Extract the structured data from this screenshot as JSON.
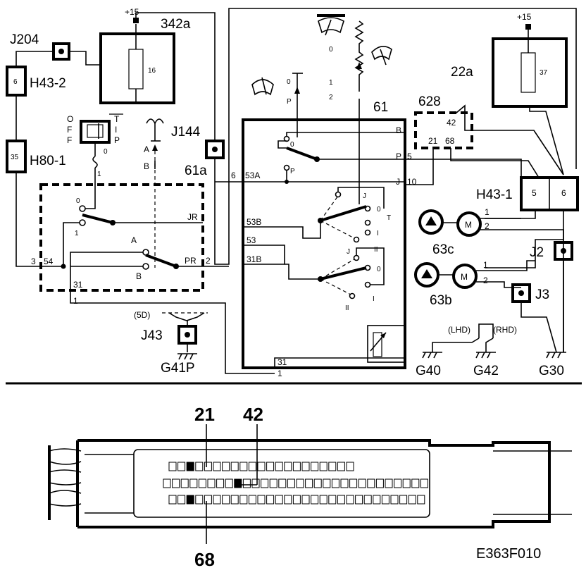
{
  "figure_code": "E363F010",
  "supply_label": "+15",
  "components": {
    "j204": "J204",
    "h43_2": "H43-2",
    "h43_2_pin": "6",
    "h80_1": "H80-1",
    "h80_1_pin": "35",
    "c342a": "342a",
    "c342a_fuse": "16",
    "c22a": "22a",
    "c22a_fuse": "37",
    "j144": "J144",
    "c61a": "61a",
    "c61": "61",
    "c628": "628",
    "h43_1": "H43-1",
    "h43_1_pin_a": "5",
    "h43_1_pin_b": "6",
    "c63c": "63c",
    "c63b": "63b",
    "j2": "J2",
    "j3": "J3",
    "j43": "J43",
    "g41p": "G41P",
    "g40": "G40",
    "g42": "G42",
    "g30": "G30",
    "motor_symbol": "M"
  },
  "switch_61a": {
    "pos_o": "O",
    "pos_f1": "F",
    "pos_f2": "F",
    "pos_t": "T",
    "pos_i": "I",
    "pos_p": "P",
    "pos_0": "0",
    "pos_1": "1",
    "contact_0": "0",
    "contact_1": "1",
    "contact_a": "A",
    "contact_b": "B",
    "relay_a": "A",
    "relay_b": "B"
  },
  "terminals": {
    "t54": "54",
    "t3": "3",
    "t31": "31",
    "t1": "1",
    "tJR": "JR",
    "tPR": "PR",
    "t2": "2",
    "t53A": "53A",
    "t6": "6",
    "t53B": "53B",
    "t53": "53",
    "t31B": "31B",
    "tB": "B",
    "tP": "P",
    "t5": "5",
    "tJ": "J",
    "t10": "10",
    "t31b": "31",
    "t1b": "1",
    "sw_0": "0",
    "sw_p": "P",
    "r_J": "J",
    "r_0": "0",
    "r_T": "T",
    "r_I": "I",
    "r_II": "II",
    "r2_J": "J",
    "r2_0": "0",
    "r2_I": "I",
    "r2_II": "II",
    "wiper_0": "0",
    "wiper_p": "P",
    "wiper_1": "1",
    "wiper_2": "2",
    "wp_0": "0",
    "c628_42": "42",
    "c628_21": "21",
    "c628_68": "68",
    "m63c_1": "1",
    "m63c_2": "2",
    "m63b_1": "1",
    "m63b_2": "2",
    "variant_5d": "(5D)",
    "lhd": "(LHD)",
    "rhd": "(RHD)"
  },
  "connector_pins": {
    "pin21": "21",
    "pin42": "42",
    "pin68": "68"
  }
}
